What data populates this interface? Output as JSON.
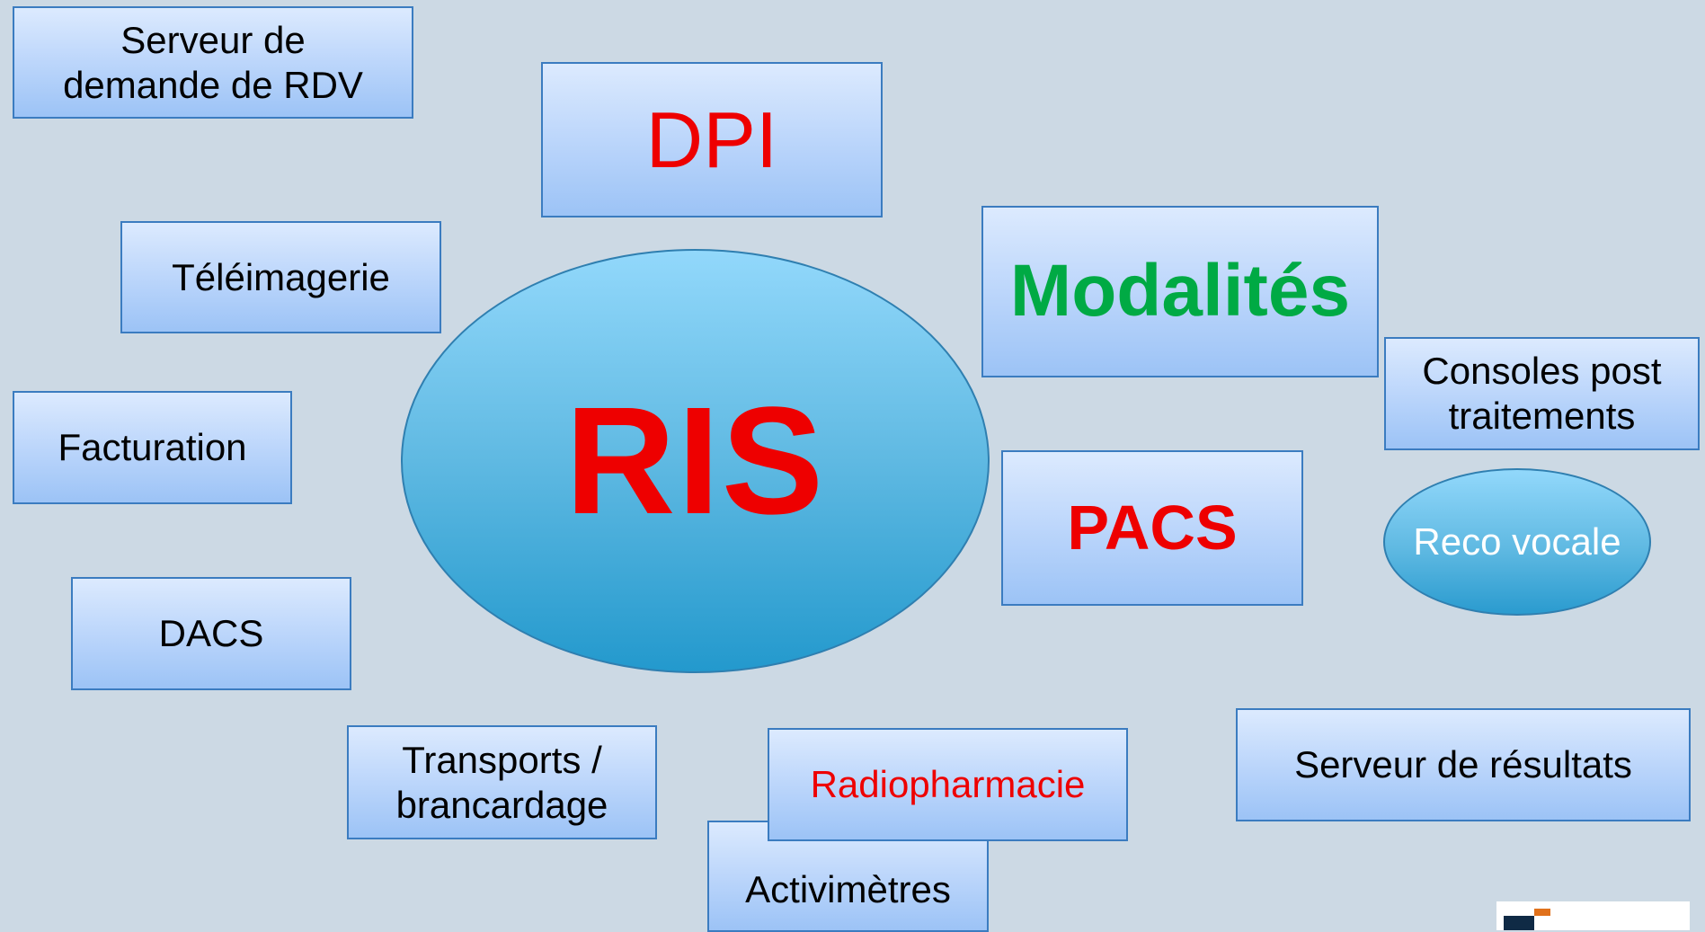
{
  "diagram": {
    "center": {
      "label": "RIS"
    },
    "nodes": {
      "rdv": {
        "lines": [
          "Serveur de",
          "demande de RDV"
        ]
      },
      "dpi": {
        "label": "DPI"
      },
      "teleimagerie": {
        "label": "Téléimagerie"
      },
      "modalites": {
        "label": "Modalités"
      },
      "consoles": {
        "lines": [
          "Consoles post",
          "traitements"
        ]
      },
      "facturation": {
        "label": "Facturation"
      },
      "pacs": {
        "label": "PACS"
      },
      "reco": {
        "lines": [
          "Reco",
          "vocale"
        ]
      },
      "dacs": {
        "label": "DACS"
      },
      "transports": {
        "lines": [
          "Transports /",
          "brancardage"
        ]
      },
      "radiopharmacie": {
        "label": "Radiopharmacie"
      },
      "serveur_resultats": {
        "label": "Serveur de résultats"
      },
      "activimetres": {
        "label": "Activimètres"
      }
    },
    "colors": {
      "background": "#ccd9e4",
      "box_border": "#3b7cc0",
      "highlight_red": "#ee0000",
      "highlight_green": "#00aa44"
    }
  }
}
